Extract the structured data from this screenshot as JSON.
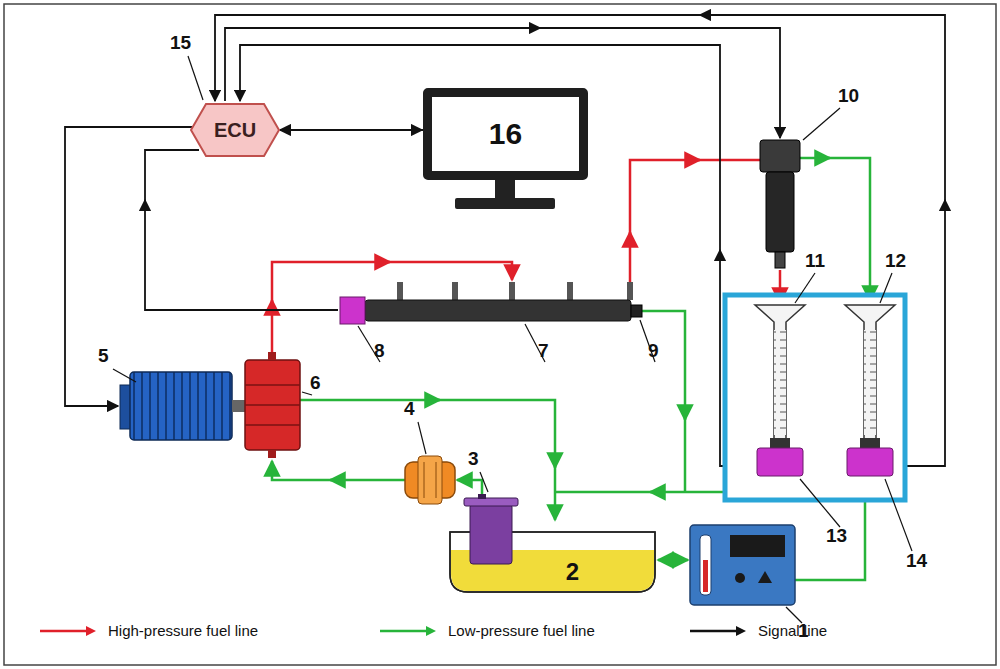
{
  "diagram": {
    "nodes": [
      {
        "text": [
          "ECU"
        ]
      },
      {
        "text": [
          "16"
        ]
      },
      {
        "text": [
          "2"
        ]
      }
    ],
    "edges": [
      {
        "from": 0,
        "to": 1,
        "arrow": "both"
      },
      {
        "from": 0,
        "to": 2,
        "arrow": "to"
      }
    ],
    "labels": [
      "15",
      "10",
      "11",
      "12",
      "5",
      "6",
      "8",
      "7",
      "9",
      "4",
      "3",
      "13",
      "14",
      "1"
    ],
    "legend": [
      {
        "text": "High-pressure fuel line"
      },
      {
        "text": "Low-pressure fuel line"
      },
      {
        "text": "Signal line"
      }
    ]
  }
}
